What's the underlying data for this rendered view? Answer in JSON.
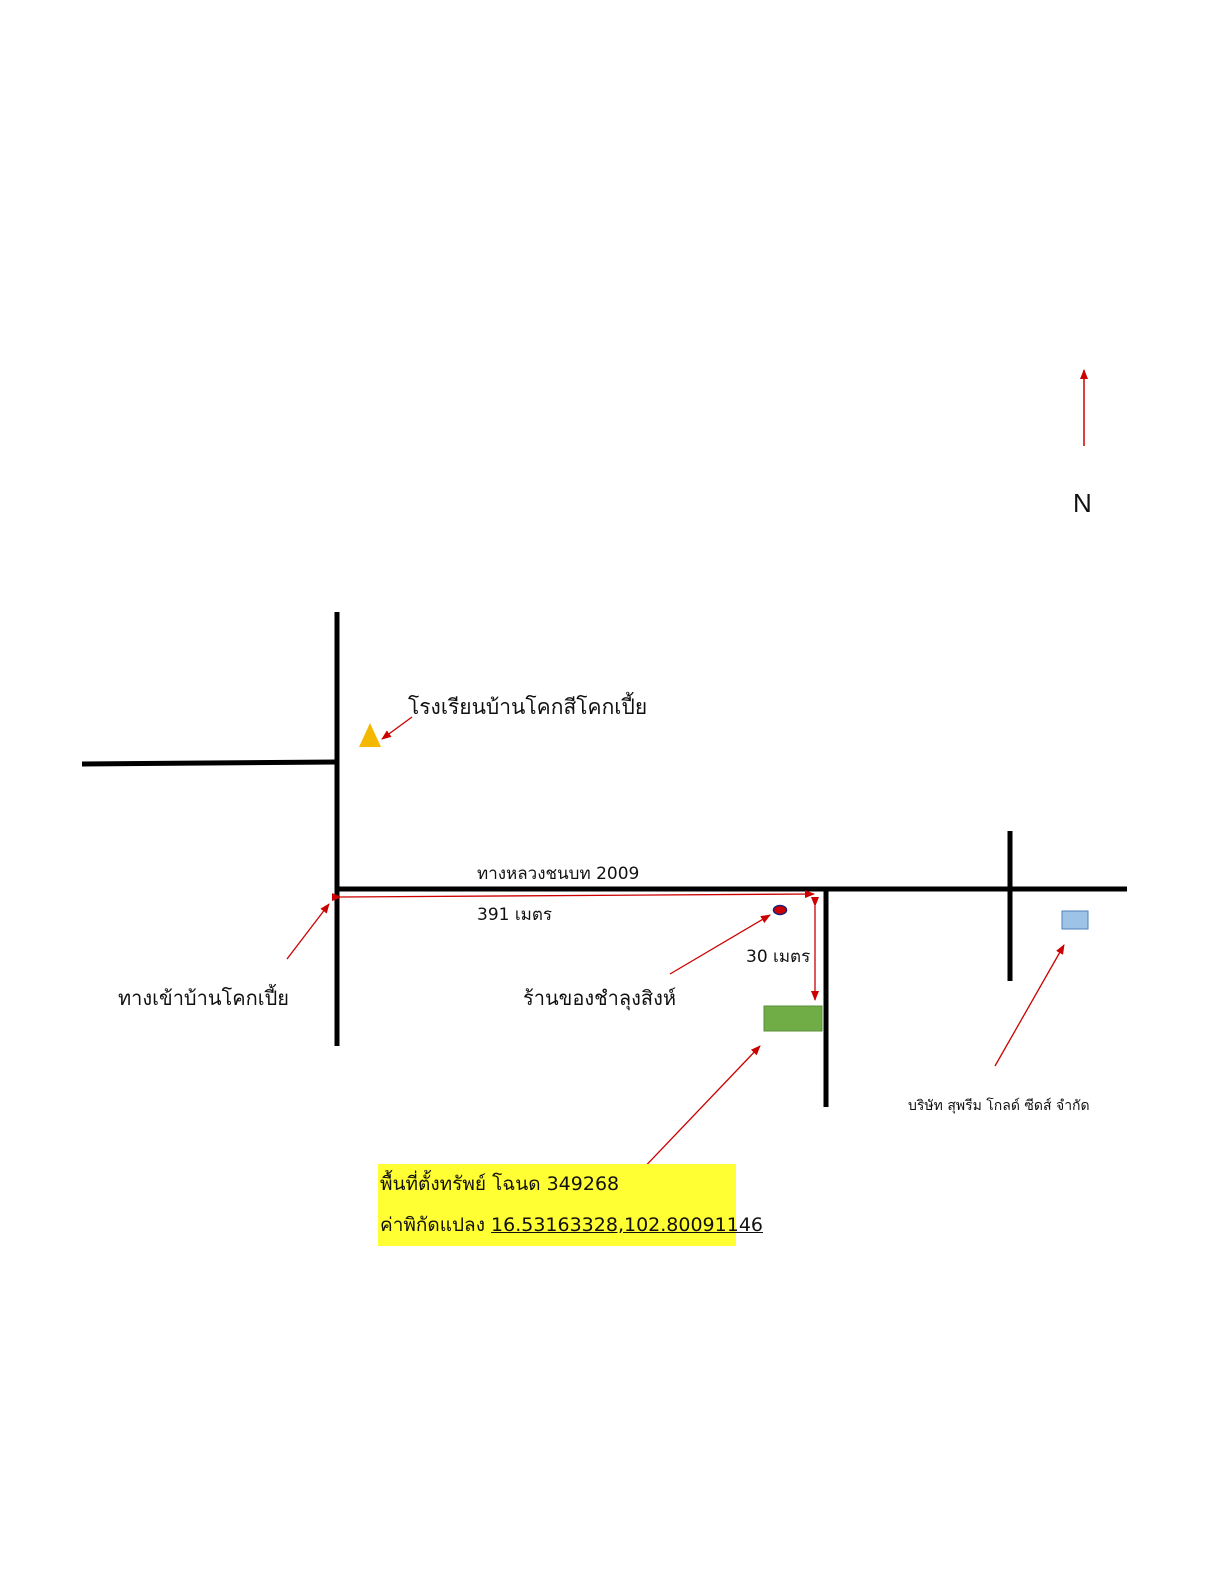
{
  "map": {
    "north_label": "N",
    "school_label": "โรงเรียนบ้านโคกสีโคกเปี้ย",
    "road_label": "ทางหลวงชนบท 2009",
    "distance_road_label": "391 เมตร",
    "distance_side_label": "30 เมตร",
    "entrance_label": "ทางเข้าบ้านโคกเปี้ย",
    "shop_label": "ร้านของชำลุงสิงห์",
    "company_label": "บริษัท สุพรีม โกลด์ ซีดส์ จำกัด"
  },
  "property": {
    "deed_line": "พื้นที่ตั้งทรัพย์ โฉนด 349268",
    "coord_prefix": "ค่าพิกัดแปลง ",
    "coord_value": "16.53163328,102.80091146"
  },
  "colors": {
    "road": "#000000",
    "arrow": "#cc0000",
    "school_marker": "#f5b800",
    "shop_marker": "#cc0000",
    "property_parcel": "#70ad47",
    "company_building": "#9dc3e6",
    "highlight": "#ffff33"
  },
  "icons": {
    "school_marker": "triangle-icon",
    "shop_marker": "dot-icon",
    "property_parcel": "parcel-rectangle-icon",
    "company_building": "building-rectangle-icon",
    "north_arrow": "north-arrow-icon"
  }
}
